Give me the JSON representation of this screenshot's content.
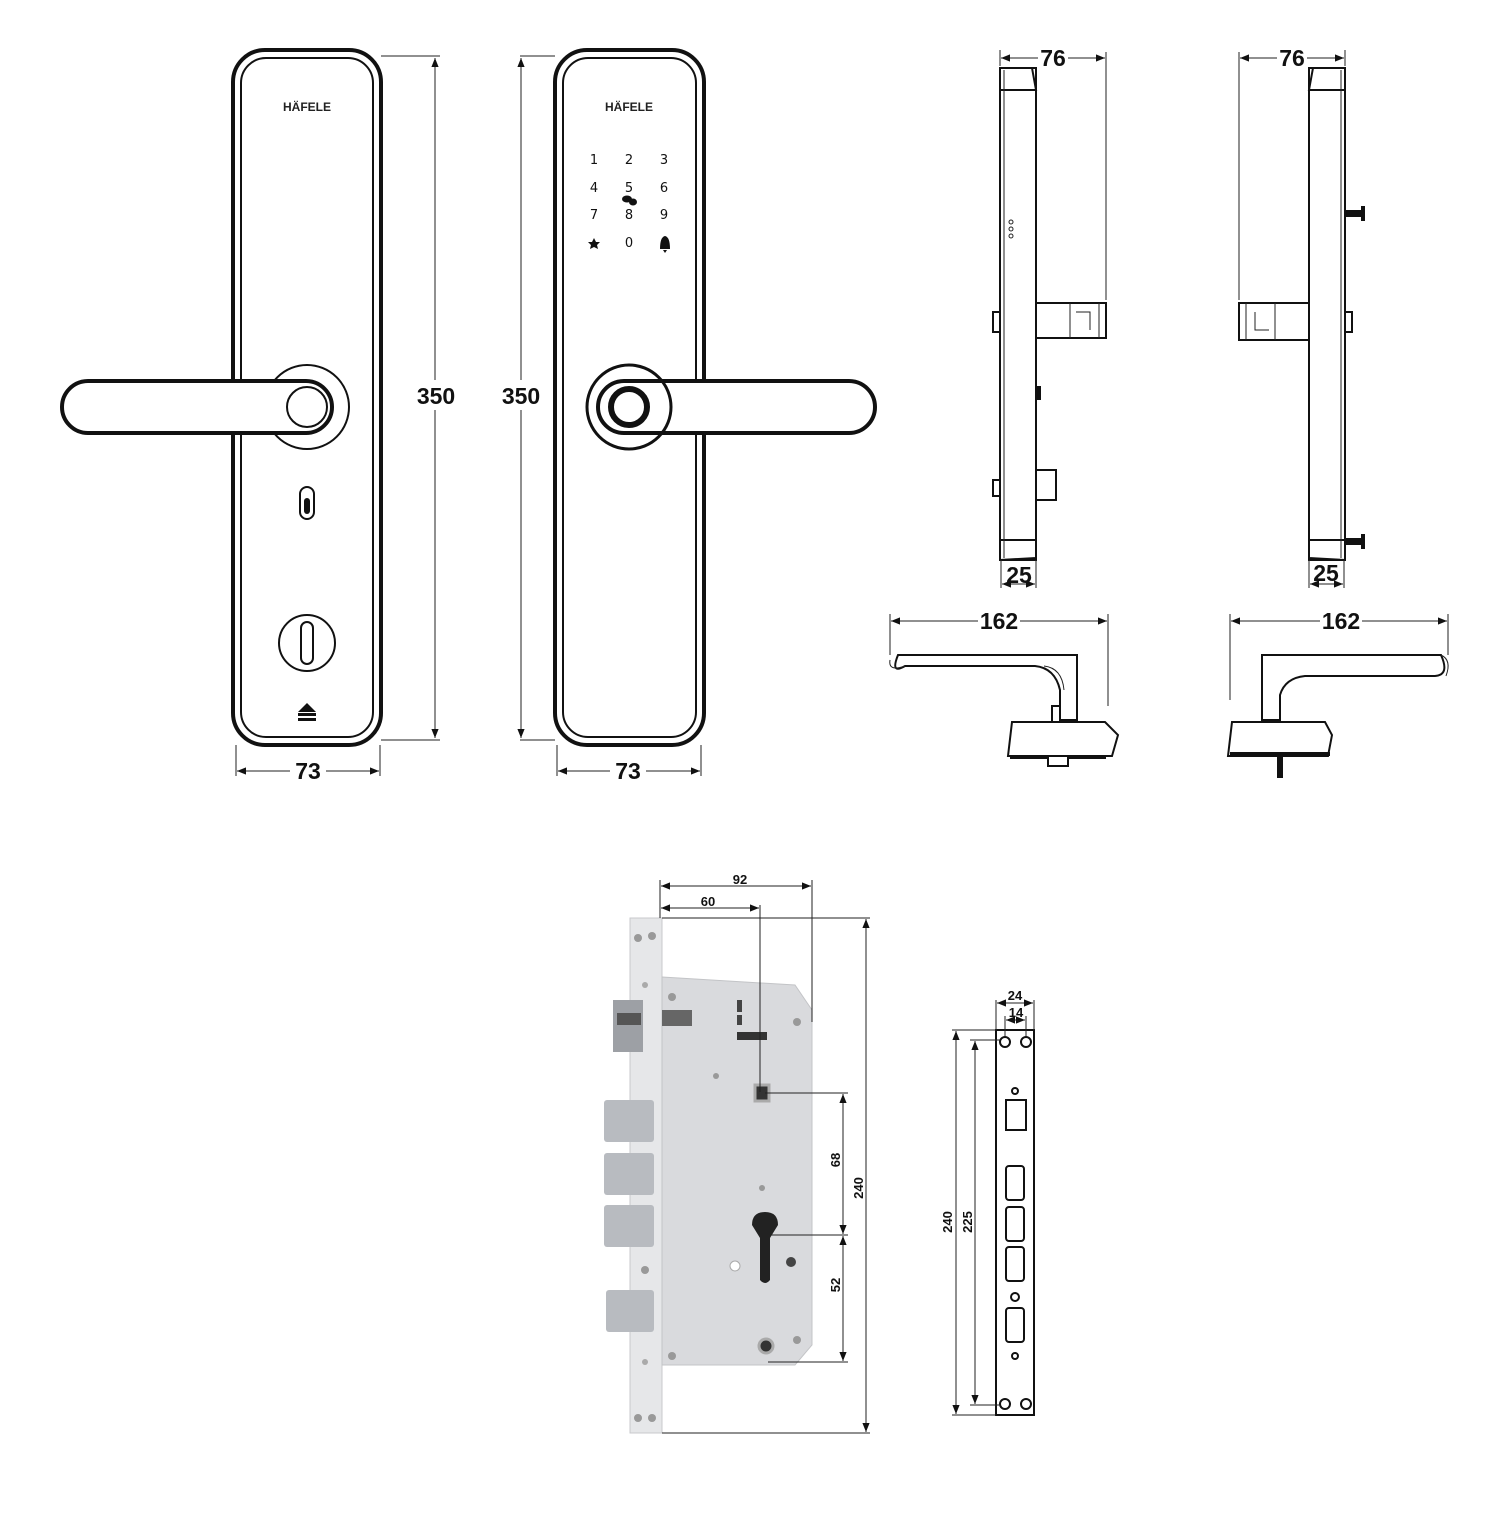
{
  "brand": "HÄFELE",
  "keypad": {
    "keys": [
      "1",
      "2",
      "3",
      "4",
      "5",
      "6",
      "7",
      "8",
      "9",
      "0"
    ]
  },
  "dimensions": {
    "front_height": "350",
    "front_width": "73",
    "side_depth": "76",
    "side_plate_thickness": "25",
    "lever_length": "162",
    "mortise_total_width": "92",
    "mortise_backset": "60",
    "mortise_height": "240",
    "mortise_spindle_to_cylinder": "68",
    "mortise_cylinder_to_lower": "52",
    "strike_width": "24",
    "strike_inner_width": "14",
    "strike_height": "240",
    "strike_hole_spacing": "225"
  },
  "colors": {
    "line": "#111111",
    "metal": "#d9dadd",
    "bolt": "#b8bbc0"
  }
}
